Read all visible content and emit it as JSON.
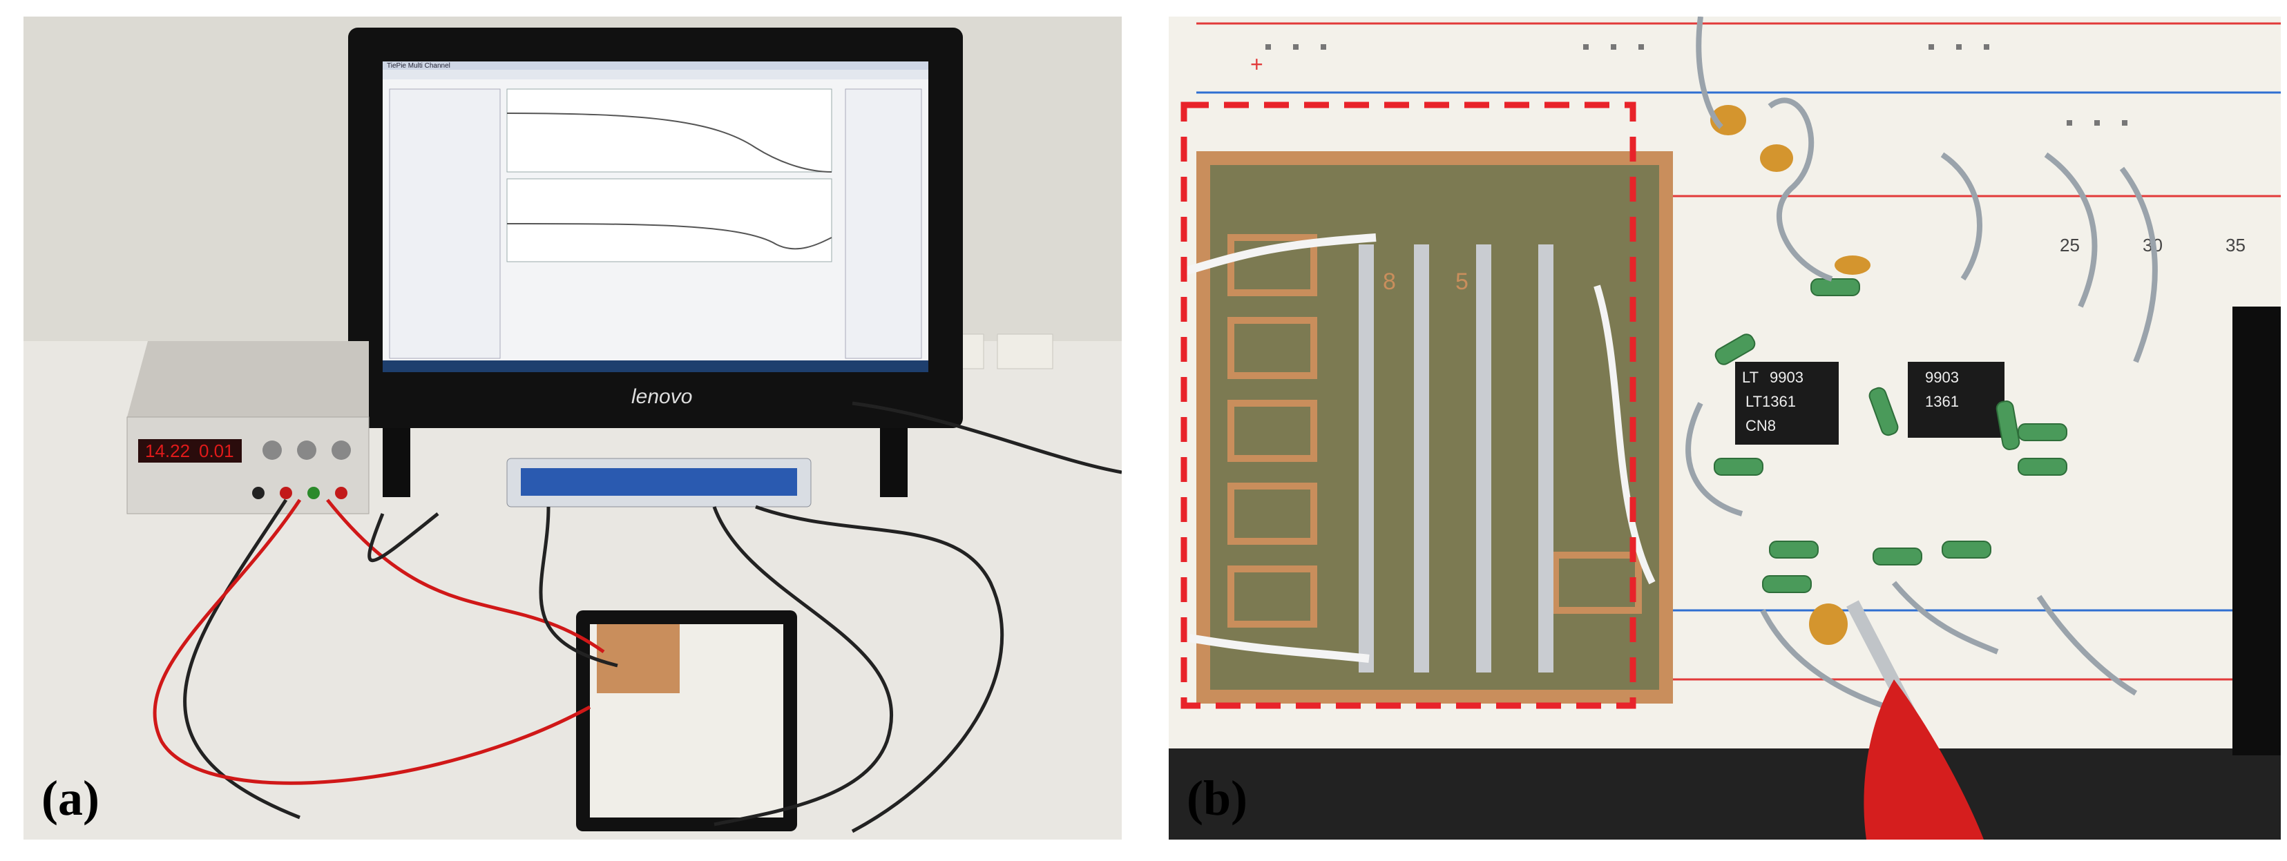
{
  "panels": [
    {
      "label": "(a)",
      "monitor": {
        "brand": "lenovo",
        "app_title": "TiePie Multi Channel"
      },
      "psu_display": {
        "left_value": "14.22",
        "right_value": "0.01"
      }
    },
    {
      "label": "(b)",
      "chip_left": {
        "logo": "LT",
        "line1": "9903",
        "line2": "LT1361",
        "line3": "CN8"
      },
      "chip_right": {
        "line1": "9903",
        "line2": "1361"
      },
      "board_labels": {
        "num_8": "8",
        "num_5": "5"
      },
      "breadboard_numbers": [
        "25",
        "30",
        "35"
      ],
      "plus_sign": "+"
    }
  ],
  "colors": {
    "highlight_dash": "#e8232a",
    "pcb_copper": "#c98e5c",
    "pcb_mask": "#7c7a52",
    "breadboard": "#f3f1ea",
    "rail_red": "#e23a3a",
    "rail_blue": "#2f6fd1",
    "psu_display": "#e01a1a"
  }
}
